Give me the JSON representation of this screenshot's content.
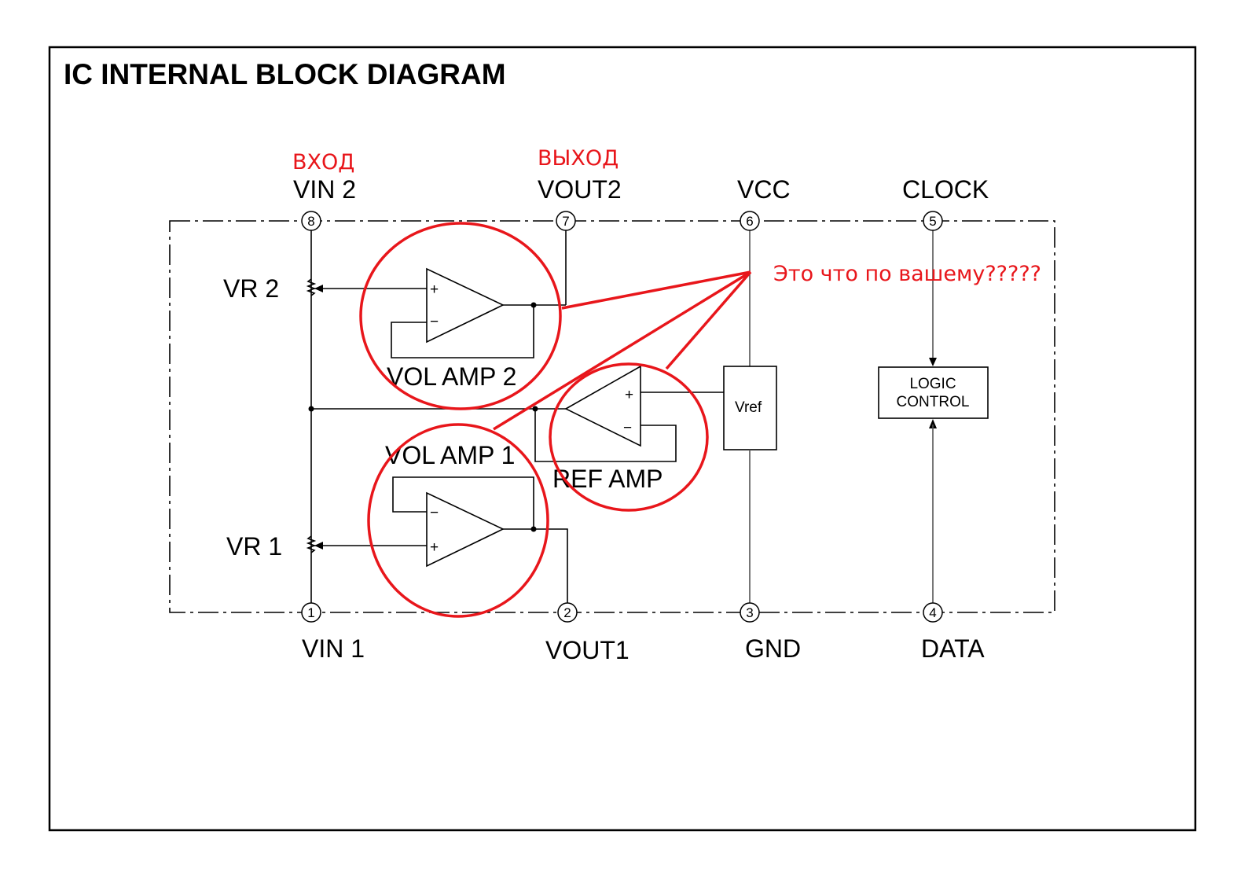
{
  "title": "IC INTERNAL BLOCK DIAGRAM",
  "annotations": {
    "input_label": "ВХОД",
    "output_label": "ВЫХОД",
    "question": "Это что по вашему?????"
  },
  "pins": [
    {
      "number": "8",
      "name": "VIN 2"
    },
    {
      "number": "7",
      "name": "VOUT2"
    },
    {
      "number": "6",
      "name": "VCC"
    },
    {
      "number": "5",
      "name": "CLOCK"
    },
    {
      "number": "1",
      "name": "VIN 1"
    },
    {
      "number": "2",
      "name": "VOUT1"
    },
    {
      "number": "3",
      "name": "GND"
    },
    {
      "number": "4",
      "name": "DATA"
    }
  ],
  "blocks": {
    "vr2": "VR 2",
    "vr1": "VR 1",
    "vol_amp2": "VOL AMP 2",
    "vol_amp1": "VOL AMP 1",
    "ref_amp": "REF AMP",
    "vref": "Vref",
    "logic_line1": "LOGIC",
    "logic_line2": "CONTROL",
    "plus": "+",
    "minus": "−"
  },
  "colors": {
    "annotation": "#e8161b",
    "lines": "#000000"
  }
}
